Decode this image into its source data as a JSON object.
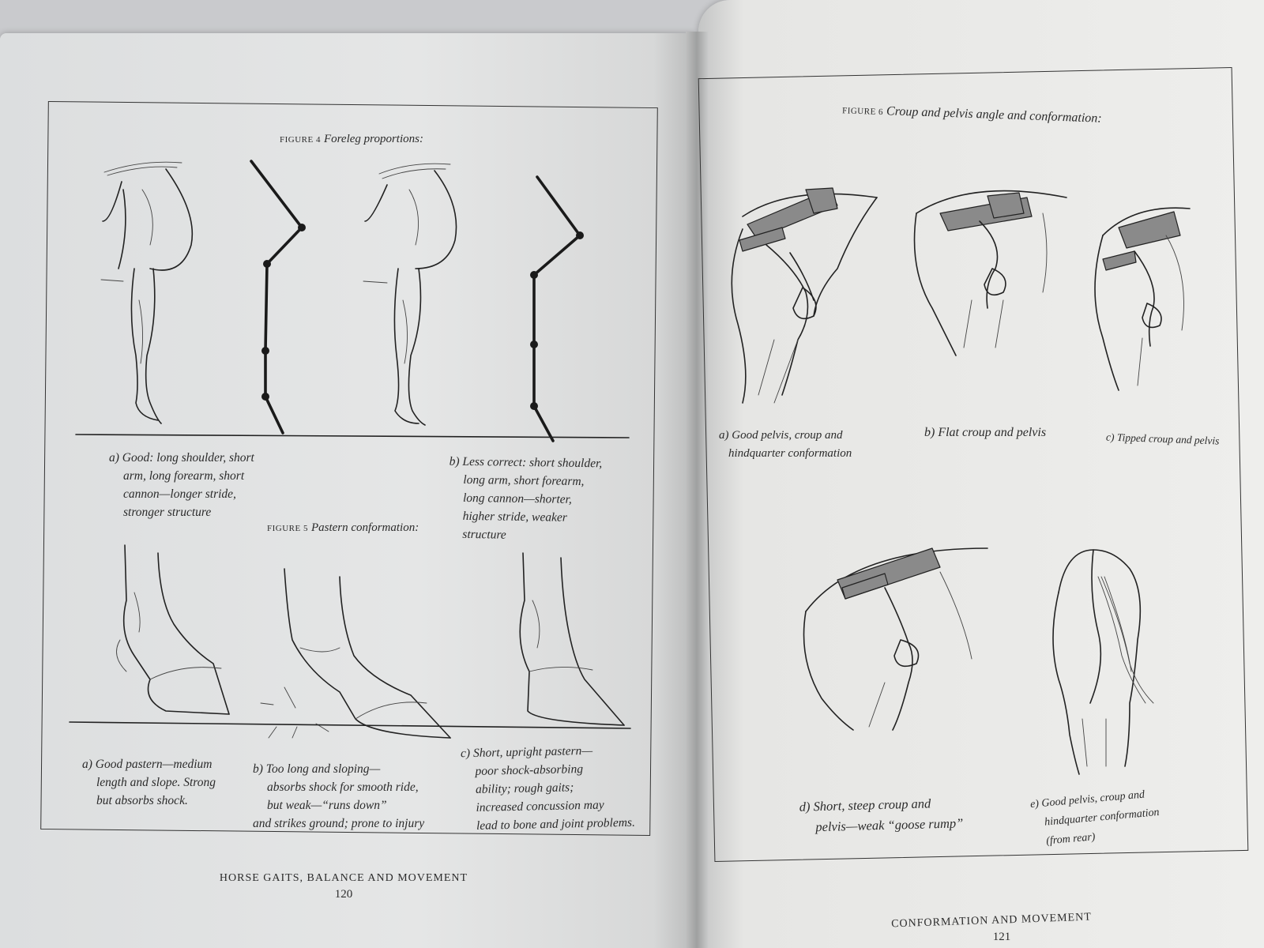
{
  "left_page": {
    "figure4": {
      "label": "FIGURE 4",
      "title": "Foreleg proportions:"
    },
    "caption_4a": [
      "a) Good: long shoulder, short",
      "arm, long forearm, short",
      "cannon—longer stride,",
      "stronger structure"
    ],
    "caption_4b": [
      "b) Less correct: short shoulder,",
      "long arm, short forearm,",
      "long cannon—shorter,",
      "higher stride, weaker",
      "structure"
    ],
    "figure5": {
      "label": "FIGURE 5",
      "title": "Pastern conformation:"
    },
    "caption_5a": [
      "a) Good pastern—medium",
      "length and slope. Strong",
      "but absorbs shock."
    ],
    "caption_5b": [
      "b) Too long and sloping—",
      "absorbs shock for smooth ride,",
      "but weak—“runs down”",
      "and strikes ground; prone to injury"
    ],
    "caption_5c": [
      "c) Short, upright pastern—",
      "poor shock-absorbing",
      "ability; rough gaits;",
      "increased concussion may",
      "lead to bone and joint problems."
    ],
    "footer_title": "Horse Gaits, Balance and Movement",
    "page_number": "120"
  },
  "right_page": {
    "figure6": {
      "label": "FIGURE 6",
      "title": "Croup and pelvis angle and conformation:"
    },
    "caption_6a": [
      "a) Good pelvis, croup and",
      "hindquarter conformation"
    ],
    "caption_6b": [
      "b) Flat croup and pelvis"
    ],
    "caption_6c": [
      "c) Tipped croup and pelvis"
    ],
    "caption_6d": [
      "d) Short, steep croup and",
      "pelvis—weak “goose rump”"
    ],
    "caption_6e": [
      "e) Good pelvis, croup and",
      "hindquarter conformation",
      "(from rear)"
    ],
    "footer_title": "Conformation and Movement",
    "page_number": "121"
  }
}
